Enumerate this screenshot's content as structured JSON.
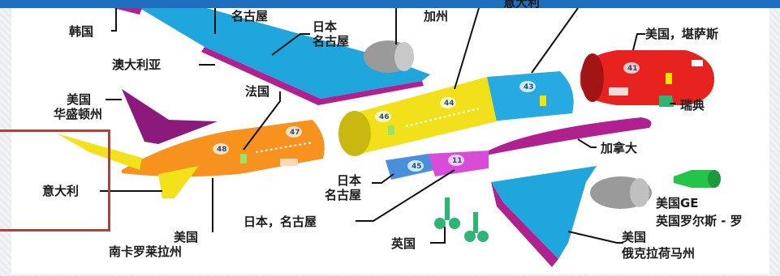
{
  "labels": {
    "korea": "韩国",
    "nagoya_top": "名古屋",
    "japan_nagoya": [
      "日本",
      "名古屋"
    ],
    "california": "加州",
    "italy_top": "意大利",
    "us_kansas": "美国，堪萨斯",
    "australia": "澳大利亚",
    "us_washington": [
      "美国",
      "华盛顿州"
    ],
    "france": "法国",
    "sweden": "瑞典",
    "canada": "加拿大",
    "italy": "意大利",
    "japan_nagoya_2": [
      "日本",
      "名古屋"
    ],
    "japan_nagoya_3": "日本，名古屋",
    "us_ge": "美国GE",
    "uk_rr": "英国罗尔斯 - 罗",
    "us_sc": [
      "美国",
      "南卡罗莱拉州"
    ],
    "uk": "英国",
    "us_ok": [
      "美国",
      "俄克拉荷马州"
    ]
  },
  "section_numbers": [
    "41",
    "43",
    "44",
    "46",
    "47",
    "48",
    "45",
    "11"
  ],
  "colors": {
    "wing_blue": "#1fa6dc",
    "wing_magenta": "#b0218f",
    "fuselage_yellow": "#f2e11a",
    "fuselage_orange": "#f7921e",
    "fuselage_blue": "#27a9e1",
    "nose_red": "#e8221f",
    "tail_purple": "#8b1a7c",
    "stab_yellow": "#f3e21b",
    "center_blue": "#4a8fdc",
    "center_pink": "#d84cd9",
    "engine_green": "#22c54a",
    "gear_green": "#2bb673",
    "engine_gray": "#9a9a9a",
    "highlight_box": "#b0423a",
    "top_bar": "#1f6fc1"
  }
}
